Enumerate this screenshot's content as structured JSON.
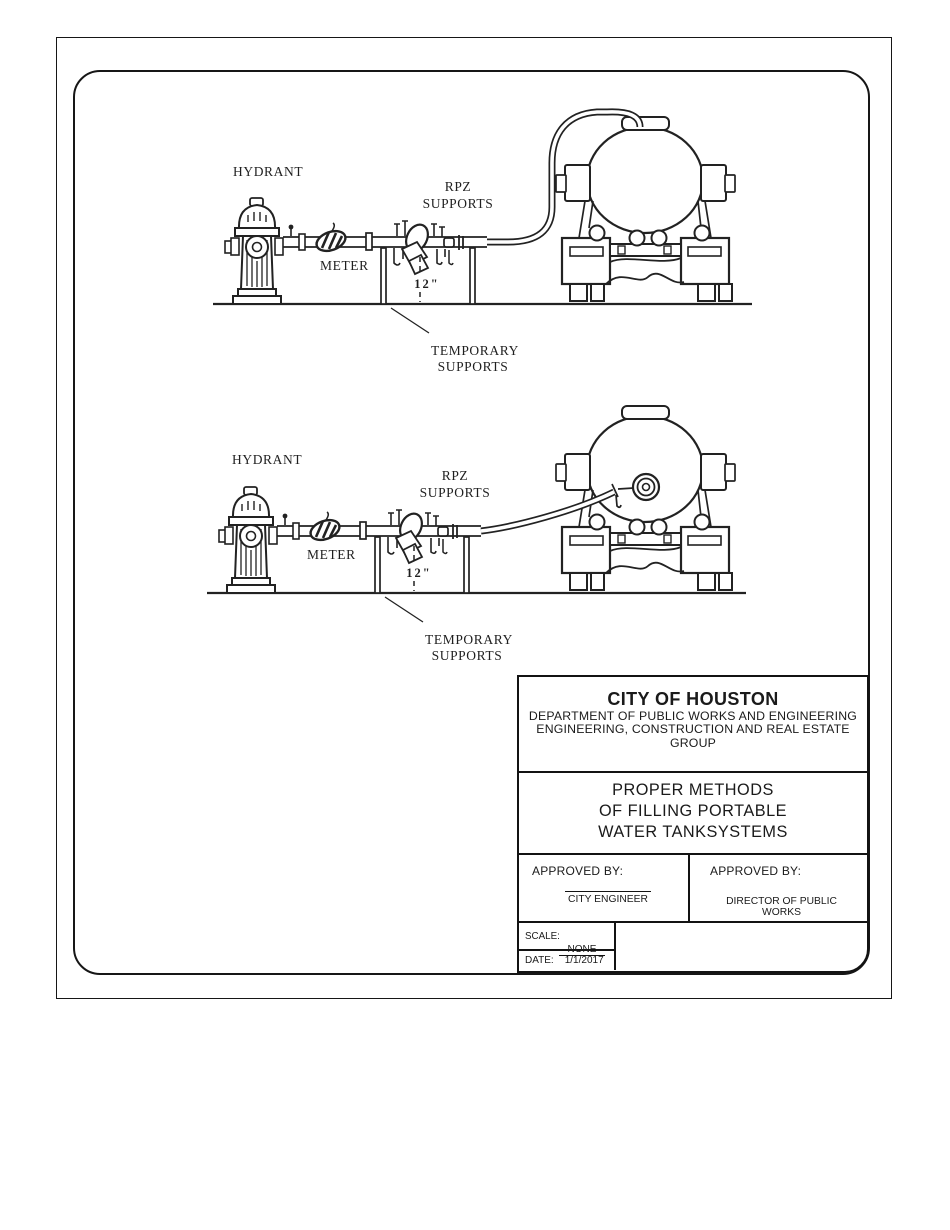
{
  "sheet": {
    "diagrams": [
      {
        "labels": {
          "hydrant": "HYDRANT",
          "meter": "METER",
          "rpz_line1": "RPZ",
          "rpz_line2": "SUPPORTS",
          "clearance": "12\"",
          "temp_line1": "TEMPORARY",
          "temp_line2": "SUPPORTS"
        }
      },
      {
        "labels": {
          "hydrant": "HYDRANT",
          "meter": "METER",
          "rpz_line1": "RPZ",
          "rpz_line2": "SUPPORTS",
          "clearance": "12\"",
          "temp_line1": "TEMPORARY",
          "temp_line2": "SUPPORTS"
        }
      }
    ],
    "title_block": {
      "org": "CITY OF HOUSTON",
      "dept_line1": "DEPARTMENT OF PUBLIC WORKS AND ENGINEERING",
      "dept_line2": "ENGINEERING, CONSTRUCTION AND REAL ESTATE",
      "dept_line3": "GROUP",
      "title_line1": "PROPER METHODS",
      "title_line2": "OF FILLING PORTABLE",
      "title_line3": "WATER TANKSYSTEMS",
      "approved_left_label": "APPROVED BY:",
      "approved_left_role": "CITY ENGINEER",
      "approved_right_label": "APPROVED BY:",
      "approved_right_role": "DIRECTOR OF PUBLIC WORKS",
      "scale_label": "SCALE:",
      "scale_value": "NONE",
      "date_label": "DATE:",
      "date_value": "1/1/2017"
    }
  }
}
